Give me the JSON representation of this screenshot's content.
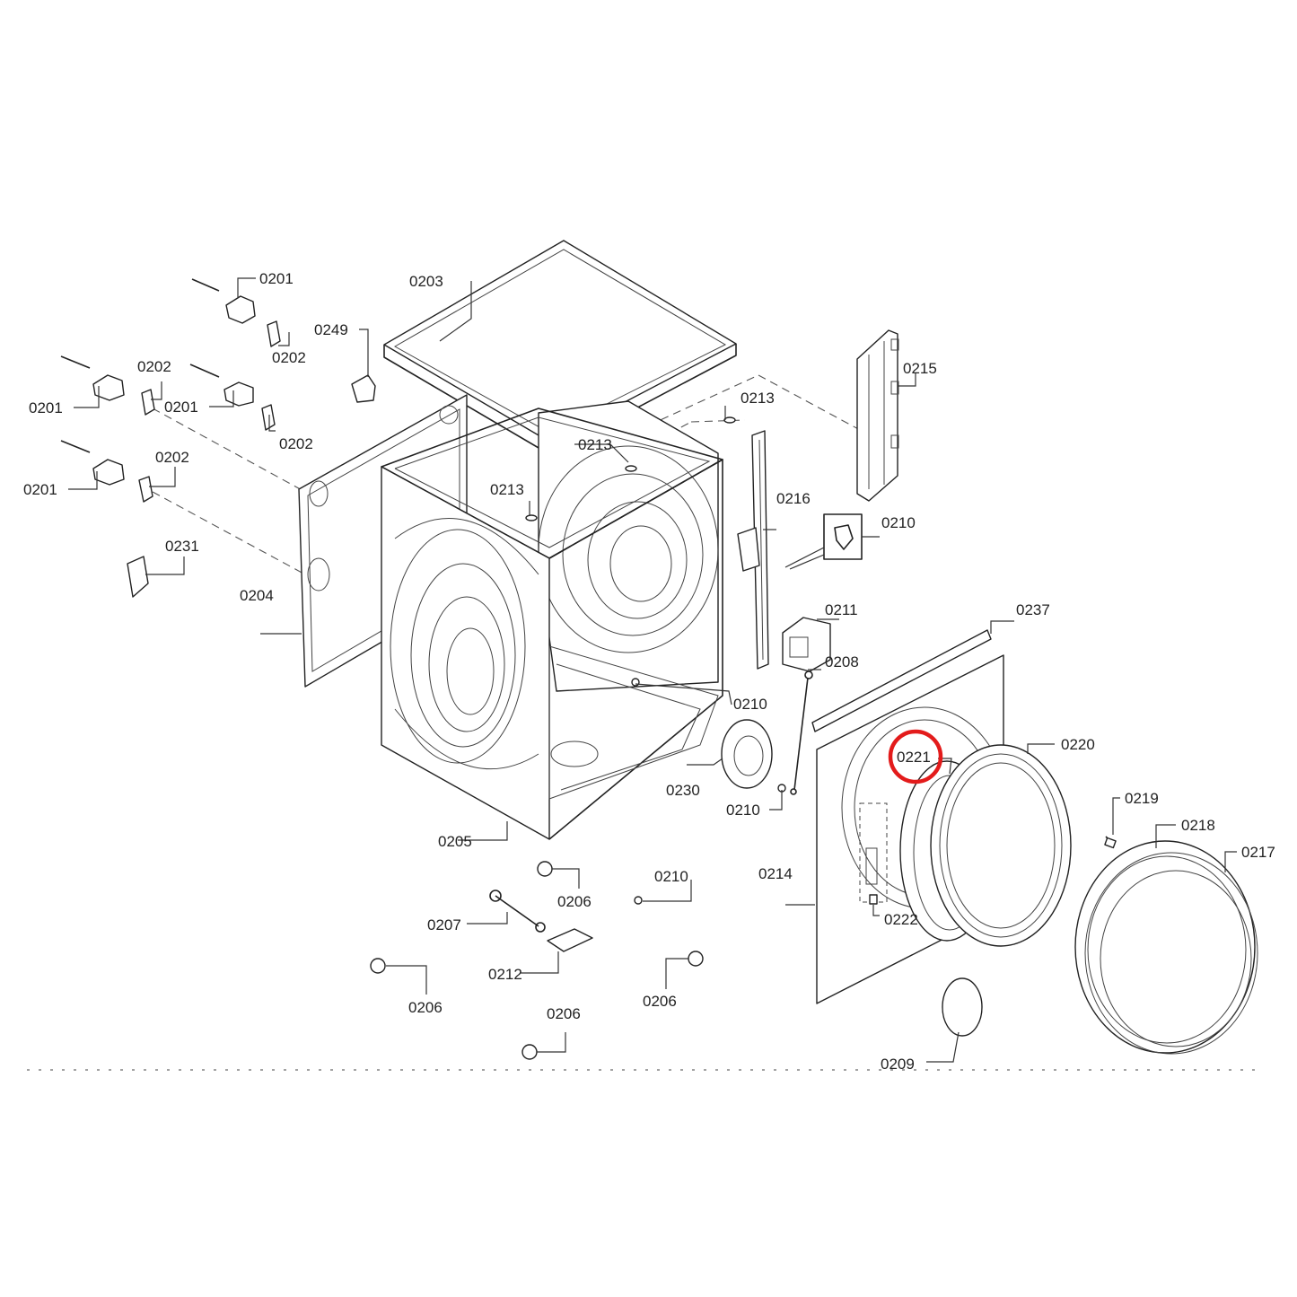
{
  "labels": {
    "l0201a": "0201",
    "l0201b": "0201",
    "l0201c": "0201",
    "l0201d": "0201",
    "l0202a": "0202",
    "l0202b": "0202",
    "l0202c": "0202",
    "l0202d": "0202",
    "l0203": "0203",
    "l0204": "0204",
    "l0205": "0205",
    "l0206a": "0206",
    "l0206b": "0206",
    "l0206c": "0206",
    "l0206d": "0206",
    "l0207": "0207",
    "l0208": "0208",
    "l0209": "0209",
    "l0210a": "0210",
    "l0210b": "0210",
    "l0210c": "0210",
    "l0210d": "0210",
    "l0211": "0211",
    "l0212": "0212",
    "l0213a": "0213",
    "l0213b": "0213",
    "l0213c": "0213",
    "l0214": "0214",
    "l0215": "0215",
    "l0216": "0216",
    "l0217": "0217",
    "l0218": "0218",
    "l0219": "0219",
    "l0220": "0220",
    "l0221": "0221",
    "l0222": "0222",
    "l0230": "0230",
    "l0231": "0231",
    "l0237": "0237",
    "l0249": "0249"
  },
  "highlight": {
    "part": "0221",
    "color": "#e31b1b"
  }
}
